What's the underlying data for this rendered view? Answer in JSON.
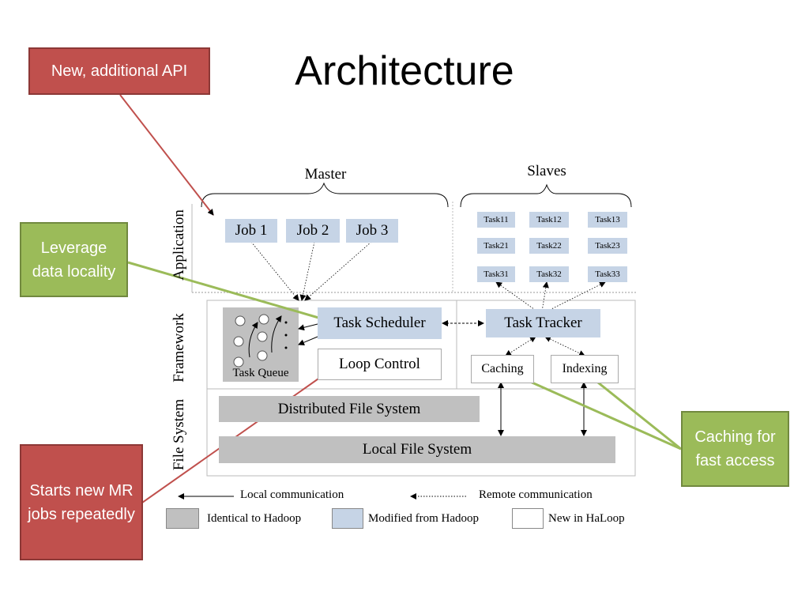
{
  "slide": {
    "title": "Architecture"
  },
  "callouts": {
    "api": "New, additional API",
    "locality": "Leverage data locality",
    "loop": "Starts new MR jobs repeatedly",
    "caching": "Caching for fast access"
  },
  "diagram": {
    "headers": {
      "master": "Master",
      "slaves": "Slaves"
    },
    "sections": {
      "application": "Application",
      "framework": "Framework",
      "file_system": "File System"
    },
    "jobs": [
      "Job 1",
      "Job 2",
      "Job 3"
    ],
    "tasks": [
      "Task11",
      "Task12",
      "Task13",
      "Task21",
      "Task22",
      "Task23",
      "Task31",
      "Task32",
      "Task33"
    ],
    "task_queue": "Task Queue",
    "task_scheduler": "Task Scheduler",
    "loop_control": "Loop Control",
    "task_tracker": "Task Tracker",
    "caching": "Caching",
    "indexing": "Indexing",
    "dfs": "Distributed File System",
    "lfs": "Local File System",
    "legend": {
      "local": "Local communication",
      "remote": "Remote communication",
      "identical": "Identical to Hadoop",
      "modified": "Modified from Hadoop",
      "new": "New in HaLoop"
    },
    "colors": {
      "modified": "#c6d4e6",
      "identical": "#c0c0c0",
      "new": "#ffffff"
    }
  }
}
